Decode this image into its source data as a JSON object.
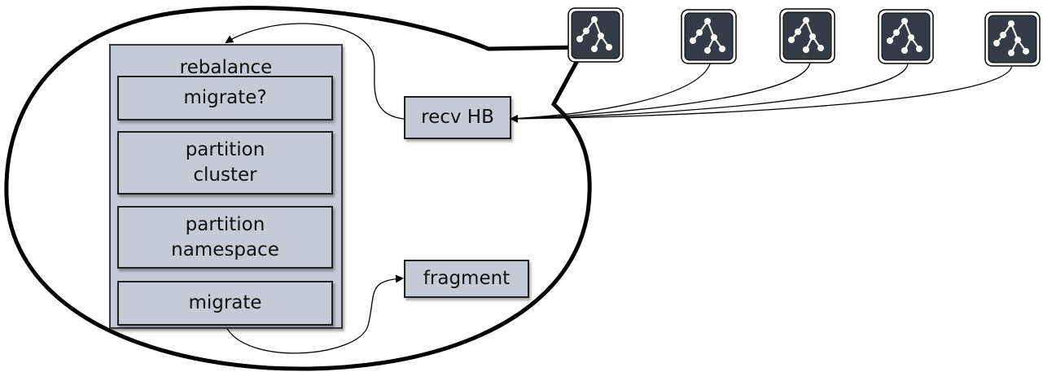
{
  "rebalance": {
    "title": "rebalance",
    "steps": [
      "migrate?",
      "partition cluster",
      "partition namespace",
      "migrate"
    ],
    "step_lines": {
      "partition_cluster": [
        "partition",
        "cluster"
      ],
      "partition_namespace": [
        "partition",
        "namespace"
      ]
    }
  },
  "recv_hb": {
    "label": "recv HB"
  },
  "fragment": {
    "label": "fragment"
  },
  "nodes": [
    {
      "icon": "cluster-node-icon"
    },
    {
      "icon": "cluster-node-icon"
    },
    {
      "icon": "cluster-node-icon"
    },
    {
      "icon": "cluster-node-icon"
    },
    {
      "icon": "cluster-node-icon"
    }
  ],
  "colors": {
    "box_fill": "#c6cad7",
    "node_fill": "#353c48",
    "stroke": "#000000"
  }
}
